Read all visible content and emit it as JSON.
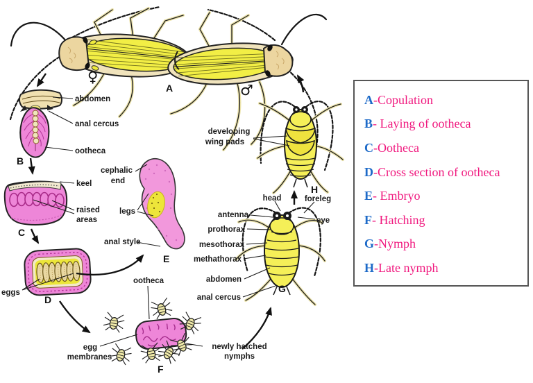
{
  "letters": {
    "a": "A",
    "b": "B",
    "c": "C",
    "d": "D",
    "e": "E",
    "f": "F",
    "g": "G",
    "h": "H"
  },
  "symbols": {
    "female": "♀",
    "male": "♂"
  },
  "labels": {
    "b_abdomen": "abdomen",
    "b_anal_cercus": "anal cercus",
    "b_ootheca": "ootheca",
    "c_keel": "keel",
    "c_raised_1": "raised",
    "c_raised_2": "areas",
    "d_eggs": "eggs",
    "e_cephalic_1": "cephalic",
    "e_cephalic_2": "end",
    "e_legs": "legs",
    "e_anal_style": "anal style",
    "f_ootheca": "ootheca",
    "f_egg_mem_1": "egg",
    "f_egg_mem_2": "membranes",
    "f_newly_1": "newly hatched",
    "f_newly_2": "nymphs",
    "g_head": "head",
    "g_foreleg": "foreleg",
    "g_antenna": "antenna",
    "g_eye": "eye",
    "g_prothorax": "prothorax",
    "g_mesothorax": "mesothorax",
    "g_methathorax": "methathorax",
    "g_abdomen": "abdomen",
    "g_anal_cercus": "anal cercus",
    "h_developing_1": "developing",
    "h_developing_2": "wing pads"
  },
  "legend": {
    "entries": [
      {
        "key": "A",
        "desc": "-Copulation"
      },
      {
        "key": "B",
        "desc": "- Laying of ootheca"
      },
      {
        "key": "C",
        "desc": "-Ootheca"
      },
      {
        "key": "D",
        "desc": "-Cross section of ootheca"
      },
      {
        "key": "E",
        "desc": "- Embryo"
      },
      {
        "key": "F",
        "desc": "- Hatching"
      },
      {
        "key": "G",
        "desc": "-Nymph"
      },
      {
        "key": "H",
        "desc": "-Late nymph"
      }
    ]
  },
  "colors": {
    "legend_key_blue": "#1d6ac8",
    "legend_text_pink": "#f0187e",
    "ootheca_pink": "#ee86d8",
    "wing_yellow": "#f2ee45",
    "nymph_yellow": "#f5ef58",
    "body_tan": "#eed9a6"
  }
}
